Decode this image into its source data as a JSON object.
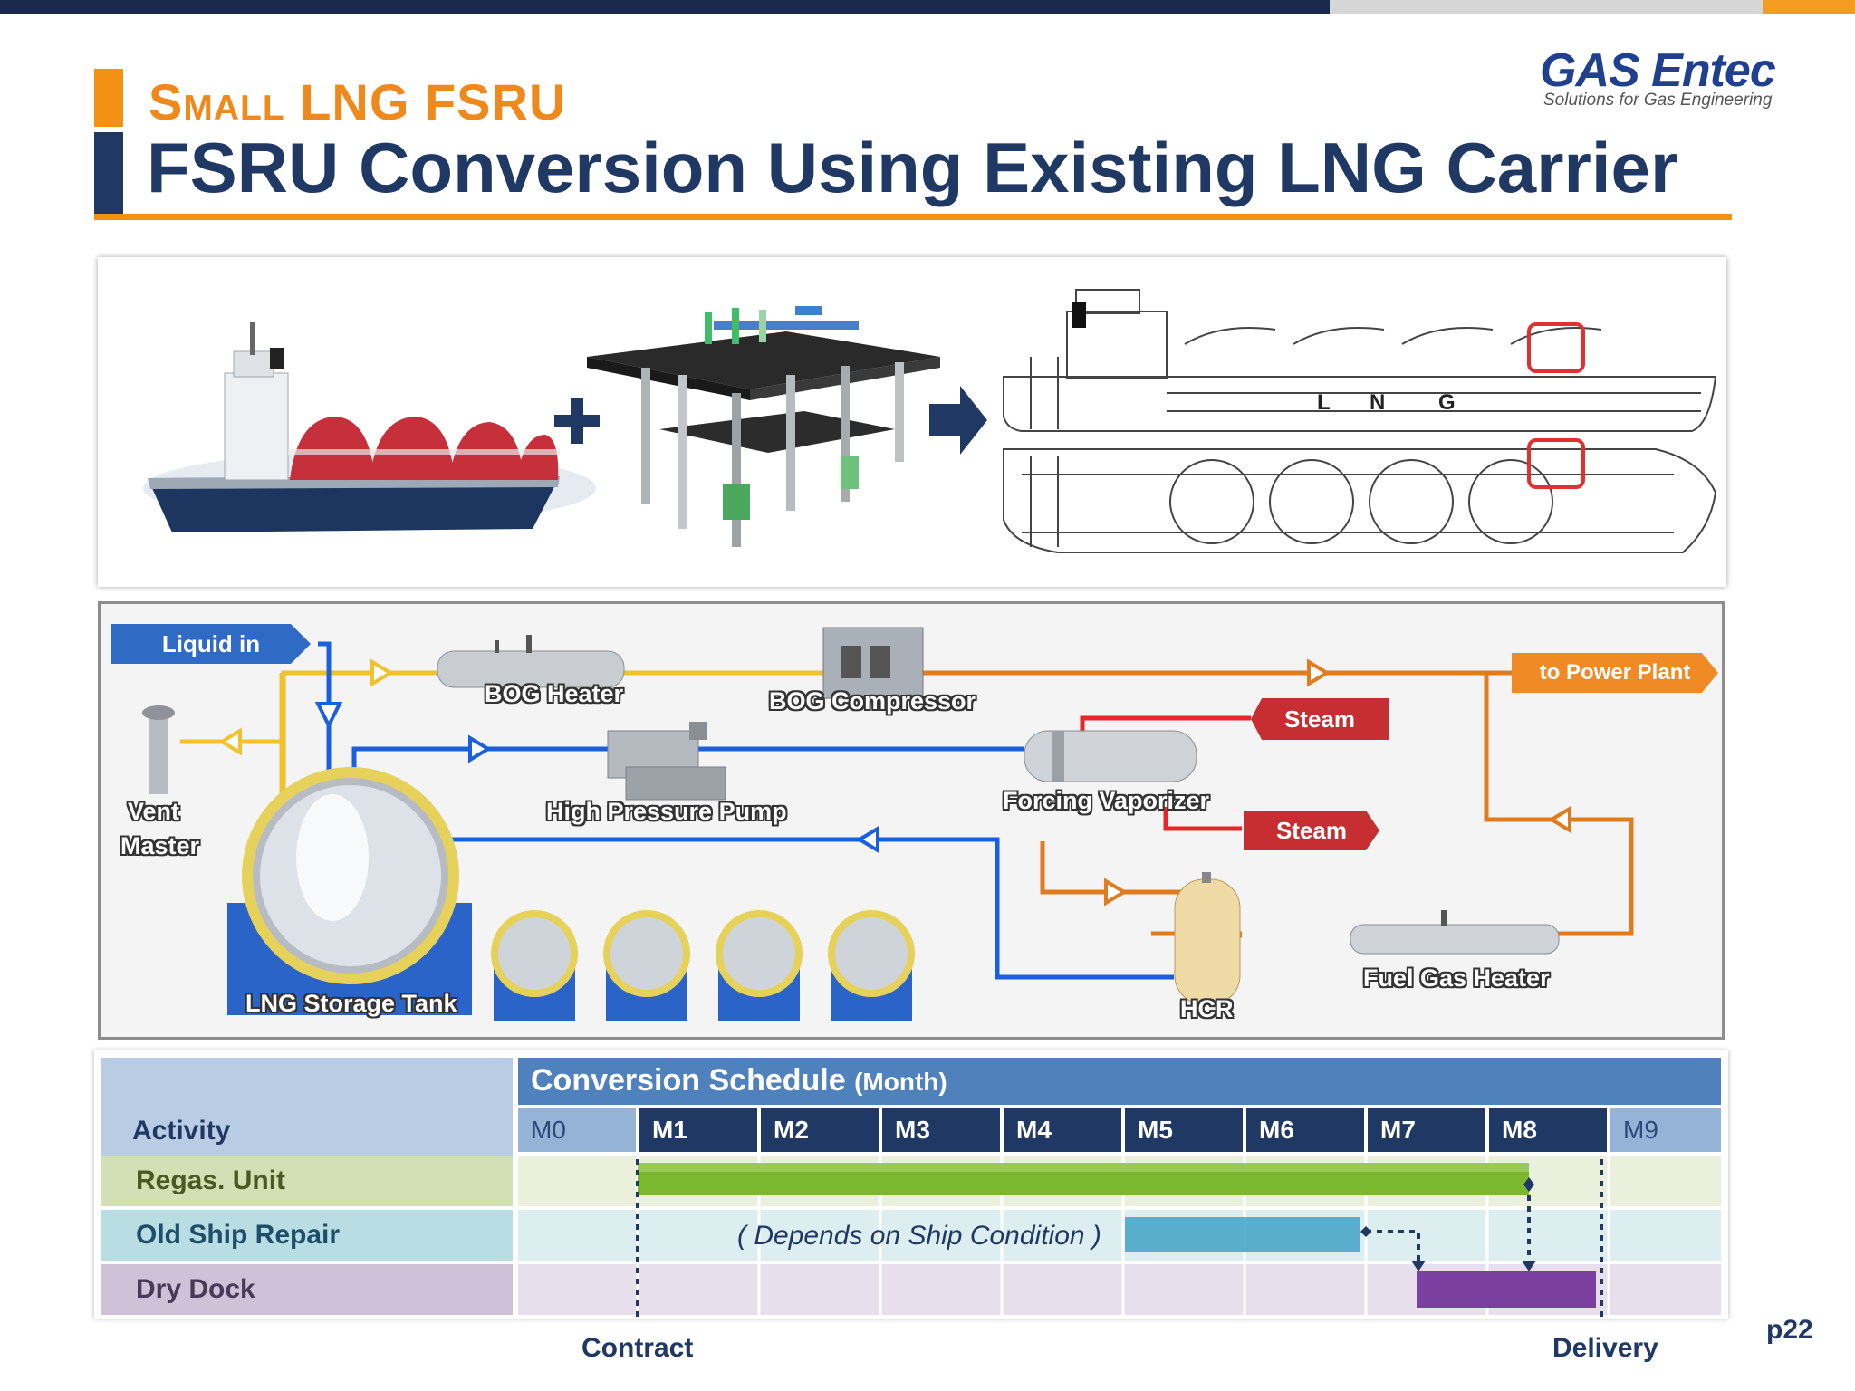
{
  "header": {
    "subtitle": "Small LNG FSRU",
    "title": "FSRU Conversion Using Existing LNG Carrier",
    "logo_name": "GAS Entec",
    "logo_tagline": "Solutions for Gas Engineering"
  },
  "drawing": {
    "tank_letters": [
      "L",
      "N",
      "G"
    ]
  },
  "process": {
    "liquid_in": "Liquid in",
    "bog_heater": "BOG Heater",
    "bog_compressor": "BOG Compressor",
    "to_power_plant": "to Power Plant",
    "steam_top": "Steam",
    "steam_bottom": "Steam",
    "vent_master_line1": "Vent",
    "vent_master_line2": "Master",
    "high_pressure_pump": "High Pressure Pump",
    "forcing_vaporizer": "Forcing Vaporizer",
    "lng_storage_tank": "LNG Storage Tank",
    "hcr": "HCR",
    "fuel_gas_heater": "Fuel Gas Heater"
  },
  "schedule": {
    "header_title": "Conversion Schedule",
    "header_unit": "(Month)",
    "activity_header": "Activity",
    "months": [
      "M0",
      "M1",
      "M2",
      "M3",
      "M4",
      "M5",
      "M6",
      "M7",
      "M8",
      "M9"
    ],
    "rows": [
      {
        "label": "Regas. Unit",
        "color": "#e6ecd6",
        "label_color": "#d3dfb4"
      },
      {
        "label": "Old Ship Repair",
        "color": "#d9ecee",
        "label_color": "#b8dde3"
      },
      {
        "label": "Dry Dock",
        "color": "#e5dce9",
        "label_color": "#cfc1d8"
      }
    ],
    "note": "( Depends on Ship Condition )",
    "contract_label": "Contract",
    "delivery_label": "Delivery"
  },
  "page_number": "p22",
  "colors": {
    "navy": "#1f3864",
    "orange": "#f39212",
    "blue_line": "#1a5fdc",
    "orange_line": "#e07b1e",
    "yellow_line": "#f2c12e",
    "red_line": "#e8262a",
    "regas_bar": "#7ab830",
    "repair_bar": "#4aa6c9",
    "drydock_bar": "#7b3fa0"
  }
}
